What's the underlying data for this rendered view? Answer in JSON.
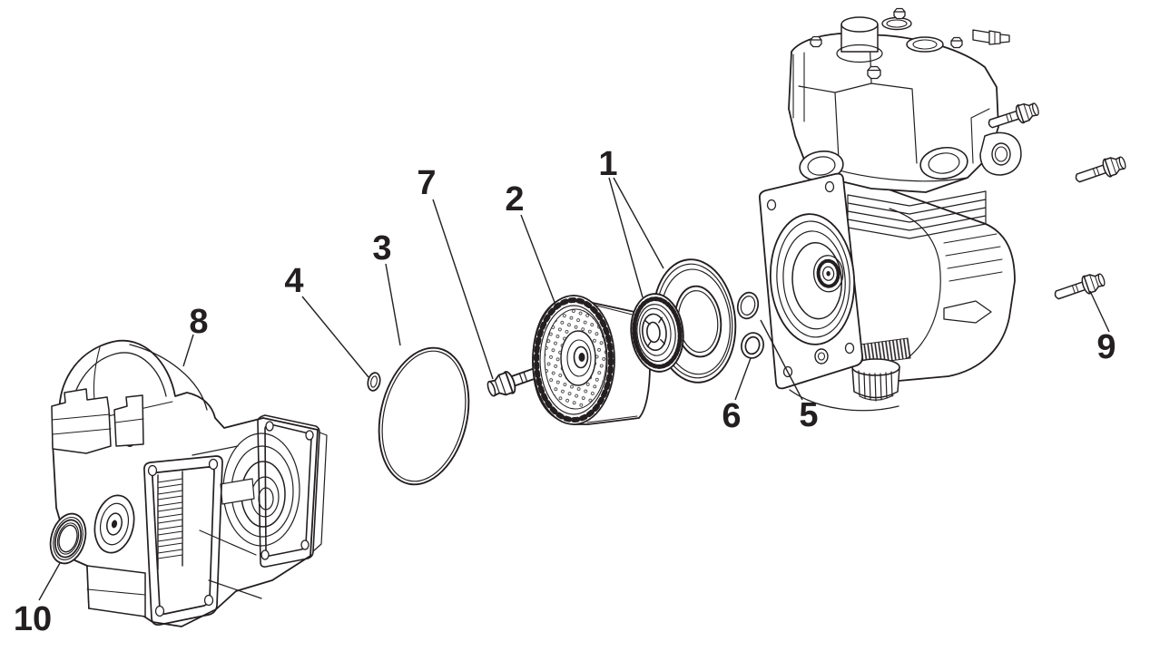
{
  "diagram": {
    "colors": {
      "line": "#231f20",
      "background": "#ffffff"
    },
    "callouts": {
      "c1": "1",
      "c2": "2",
      "c3": "3",
      "c4": "4",
      "c5": "5",
      "c6": "6",
      "c7": "7",
      "c8": "8",
      "c9": "9",
      "c10": "10"
    }
  }
}
